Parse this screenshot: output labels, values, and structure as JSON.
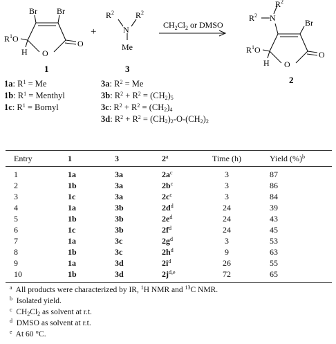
{
  "scheme": {
    "compound1_number": "1",
    "compound3_number": "3",
    "compound2_number": "2",
    "plus_sign": "+",
    "arrow_condition": "CH2Cl2 or DMSO",
    "atoms": {
      "br": "Br",
      "o": "O",
      "h": "H",
      "n": "N",
      "me": "Me",
      "r1o": "R1O",
      "r2": "R2"
    },
    "legend1": [
      {
        "id": "1a",
        "text": "R1 = Me"
      },
      {
        "id": "1b",
        "text": "R1 = Menthyl"
      },
      {
        "id": "1c",
        "text": "R1 = Bornyl"
      }
    ],
    "legend3": [
      {
        "id": "3a",
        "text": "R2 = Me"
      },
      {
        "id": "3b",
        "text": "R2 + R2 = (CH2)5"
      },
      {
        "id": "3c",
        "text": "R2 + R2 = (CH2)4"
      },
      {
        "id": "3d",
        "text": "R2 + R2 = (CH2)2-O-(CH2)2"
      }
    ]
  },
  "table": {
    "headers": {
      "entry": "Entry",
      "c1": "1",
      "c3": "3",
      "c2": "2",
      "c2_sup": "a",
      "time": "Time (h)",
      "yield": "Yield (%)",
      "yield_sup": "b"
    },
    "rows": [
      {
        "entry": "1",
        "c1": "1a",
        "c3": "3a",
        "c2": "2a",
        "sup": "c",
        "time": "3",
        "yield": "87"
      },
      {
        "entry": "2",
        "c1": "1b",
        "c3": "3a",
        "c2": "2b",
        "sup": "c",
        "time": "3",
        "yield": "86"
      },
      {
        "entry": "3",
        "c1": "1c",
        "c3": "3a",
        "c2": "2c",
        "sup": "c",
        "time": "3",
        "yield": "84"
      },
      {
        "entry": "4",
        "c1": "1a",
        "c3": "3b",
        "c2": "2d",
        "sup": "d",
        "time": "24",
        "yield": "39"
      },
      {
        "entry": "5",
        "c1": "1b",
        "c3": "3b",
        "c2": "2e",
        "sup": "d",
        "time": "24",
        "yield": "43"
      },
      {
        "entry": "6",
        "c1": "1c",
        "c3": "3b",
        "c2": "2f",
        "sup": "d",
        "time": "24",
        "yield": "45"
      },
      {
        "entry": "7",
        "c1": "1a",
        "c3": "3c",
        "c2": "2g",
        "sup": "d",
        "time": "3",
        "yield": "53"
      },
      {
        "entry": "8",
        "c1": "1b",
        "c3": "3c",
        "c2": "2h",
        "sup": "d",
        "time": "9",
        "yield": "63"
      },
      {
        "entry": "9",
        "c1": "1a",
        "c3": "3d",
        "c2": "2i",
        "sup": "d",
        "time": "26",
        "yield": "55"
      },
      {
        "entry": "10",
        "c1": "1b",
        "c3": "3d",
        "c2": "2j",
        "sup": "d,e",
        "time": "72",
        "yield": "65"
      }
    ]
  },
  "footnotes": [
    {
      "mark": "a",
      "text": "All products were characterized by IR, 1H NMR and 13C NMR."
    },
    {
      "mark": "b",
      "text": "Isolated yield."
    },
    {
      "mark": "c",
      "text": "CH2Cl2 as solvent at r.t."
    },
    {
      "mark": "d",
      "text": "DMSO as solvent at r.t."
    },
    {
      "mark": "e",
      "text": "At 60 °C."
    }
  ]
}
